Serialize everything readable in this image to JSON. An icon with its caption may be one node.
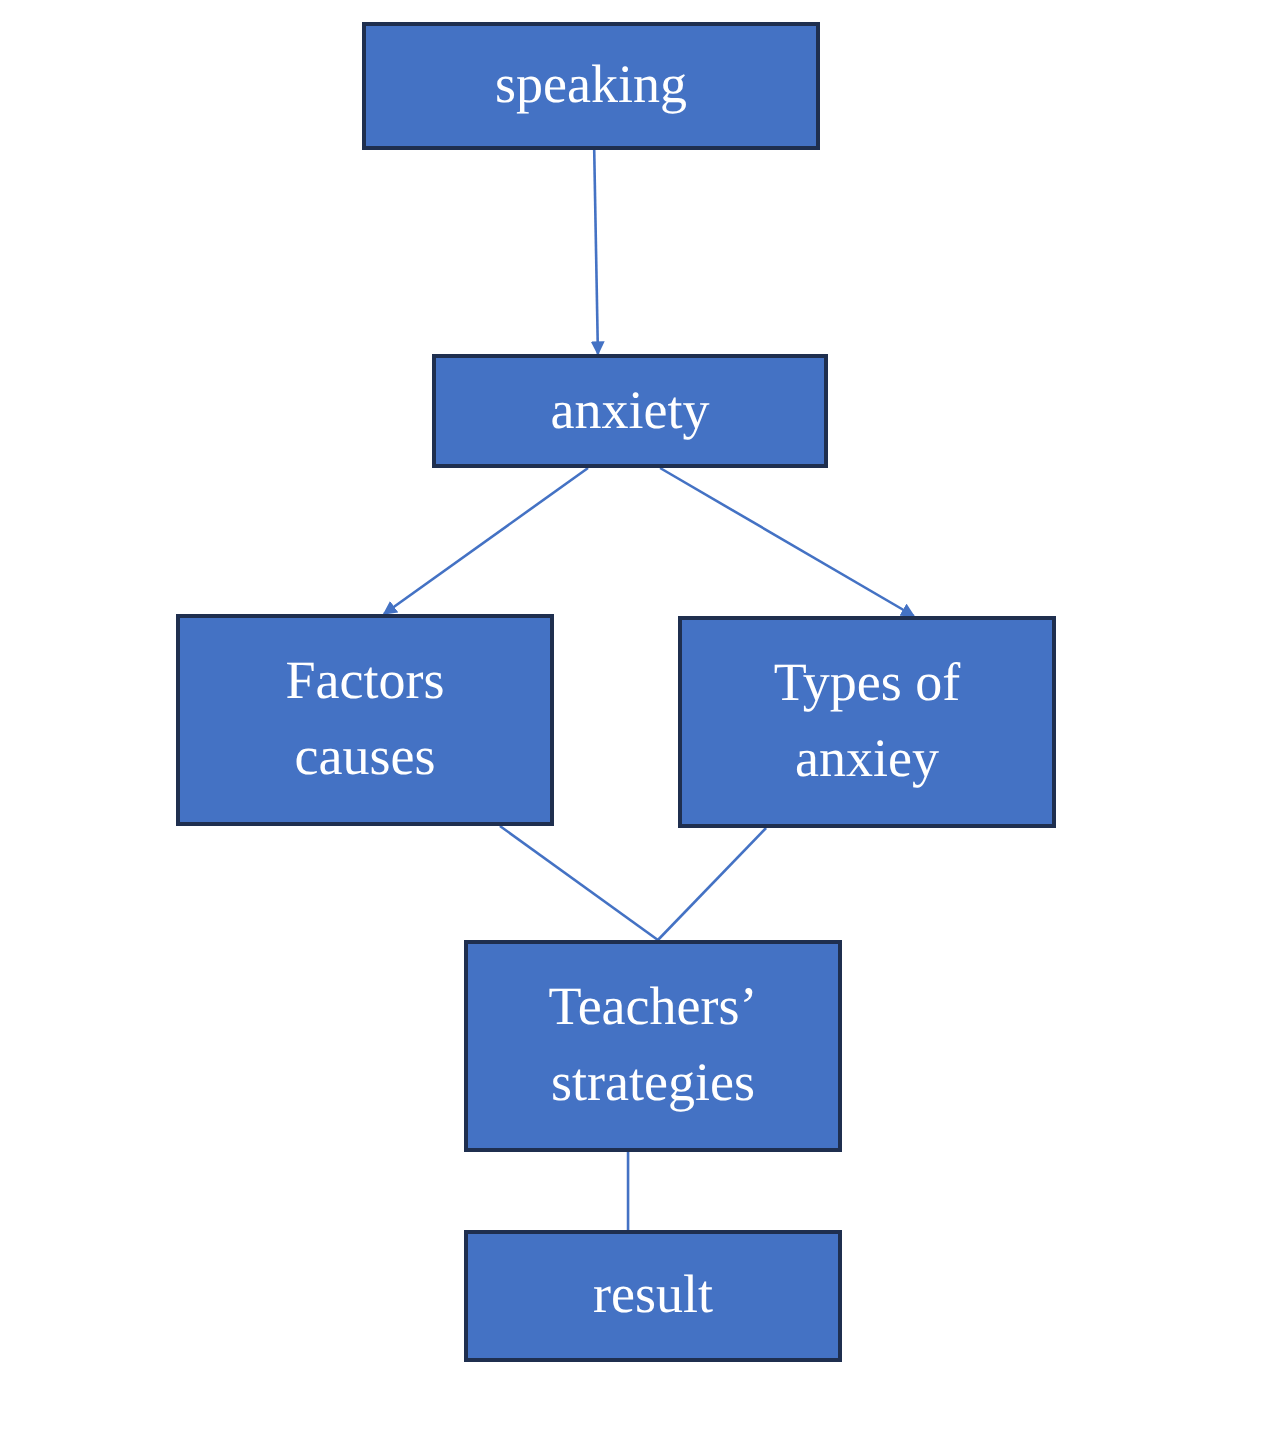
{
  "diagram": {
    "nodes": [
      {
        "text": [
          "speaking"
        ]
      },
      {
        "text": [
          "anxiety"
        ]
      },
      {
        "text": [
          "Factors causes"
        ]
      },
      {
        "text": [
          "Types of anxiey"
        ]
      },
      {
        "text": [
          "Teachers’ strategies"
        ]
      },
      {
        "text": [
          "result"
        ]
      }
    ],
    "edges": [
      {
        "from": 0,
        "to": 1,
        "arrow": "to"
      },
      {
        "from": 1,
        "to": 2,
        "arrow": "to"
      },
      {
        "from": 1,
        "to": 3,
        "arrow": "to"
      },
      {
        "from": 2,
        "to": 4,
        "arrow": "none"
      },
      {
        "from": 3,
        "to": 4,
        "arrow": "none"
      },
      {
        "from": 4,
        "to": 5,
        "arrow": "none"
      }
    ]
  }
}
